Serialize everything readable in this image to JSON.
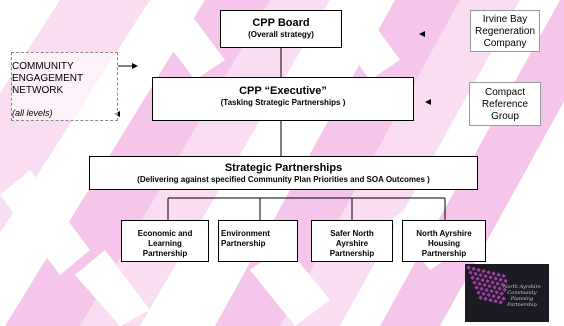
{
  "board": {
    "title": "CPP Board",
    "subtitle": "(Overall strategy)"
  },
  "executive": {
    "title": "CPP “Executive”",
    "subtitle": "(Tasking Strategic Partnerships )"
  },
  "strategic": {
    "title": "Strategic Partnerships",
    "subtitle": "(Delivering against specified Community Plan Priorities and SOA Outcomes )"
  },
  "community": {
    "lines": [
      "COMMUNITY",
      "ENGAGEMENT",
      "NETWORK"
    ],
    "levels": "(all levels)"
  },
  "irvine": {
    "lines": [
      "Irvine Bay",
      "Regeneration",
      "Company"
    ]
  },
  "compact": {
    "lines": [
      "Compact",
      "Reference",
      "Group"
    ]
  },
  "partnerships": [
    {
      "lines": [
        "Economic and",
        "Learning",
        "Partnership"
      ]
    },
    {
      "lines": [
        "Environment",
        "Partnership"
      ]
    },
    {
      "lines": [
        "Safer North",
        "Ayrshire",
        "Partnership"
      ]
    },
    {
      "lines": [
        "North Ayrshire",
        "Housing",
        "Partnership"
      ]
    }
  ],
  "logo": {
    "text": [
      "North Ayrshire",
      "Community",
      "Planning",
      "Partnership"
    ]
  },
  "colors": {
    "background_stripes": "#f4c0e8",
    "background_stripes_pale": "#f9ddf2",
    "logo_bg": "#1c1a22",
    "logo_grid": "#9b3fa0"
  }
}
